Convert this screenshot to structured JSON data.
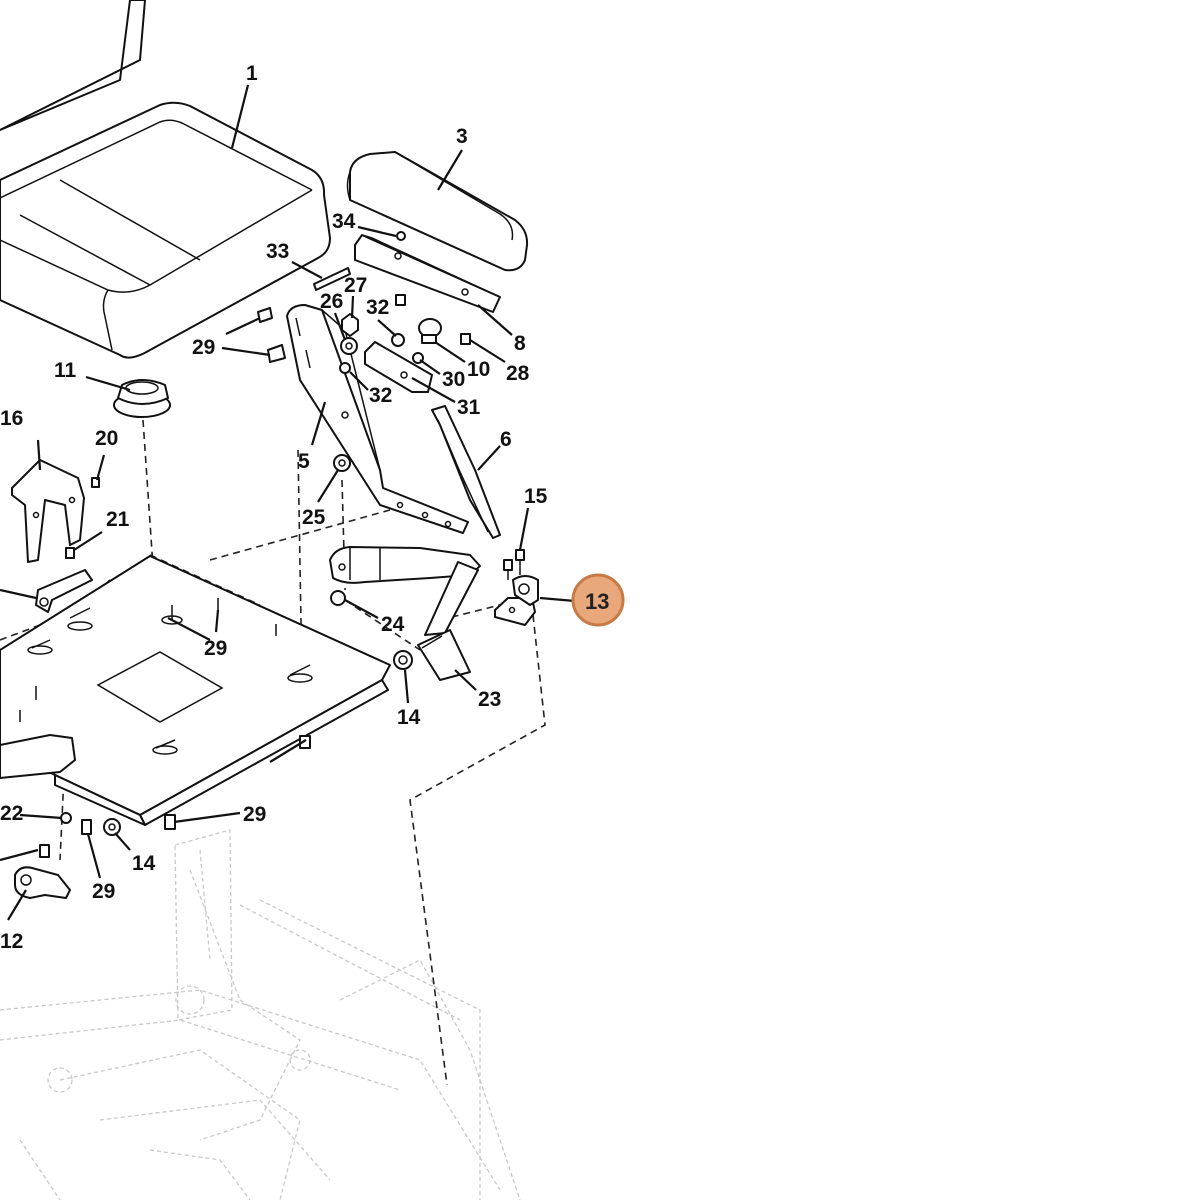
{
  "highlight": {
    "label": "13",
    "fill": "#E8A87C",
    "stroke": "#C87A45"
  },
  "labels": {
    "l1": "1",
    "l3": "3",
    "l34": "34",
    "l33": "33",
    "l27": "27",
    "l26": "26",
    "l32a": "32",
    "l32b": "32",
    "l8": "8",
    "l29a": "29",
    "l29b": "29",
    "l29c": "29",
    "l29d": "29",
    "l10": "10",
    "l28": "28",
    "l30": "30",
    "l31": "31",
    "l11": "11",
    "l16": "16",
    "l20": "20",
    "l21": "21",
    "l5": "5",
    "l6": "6",
    "l25": "25",
    "l15": "15",
    "l24": "24",
    "l14a": "14",
    "l14b": "14",
    "l23": "23",
    "l22": "22",
    "l12": "12"
  }
}
